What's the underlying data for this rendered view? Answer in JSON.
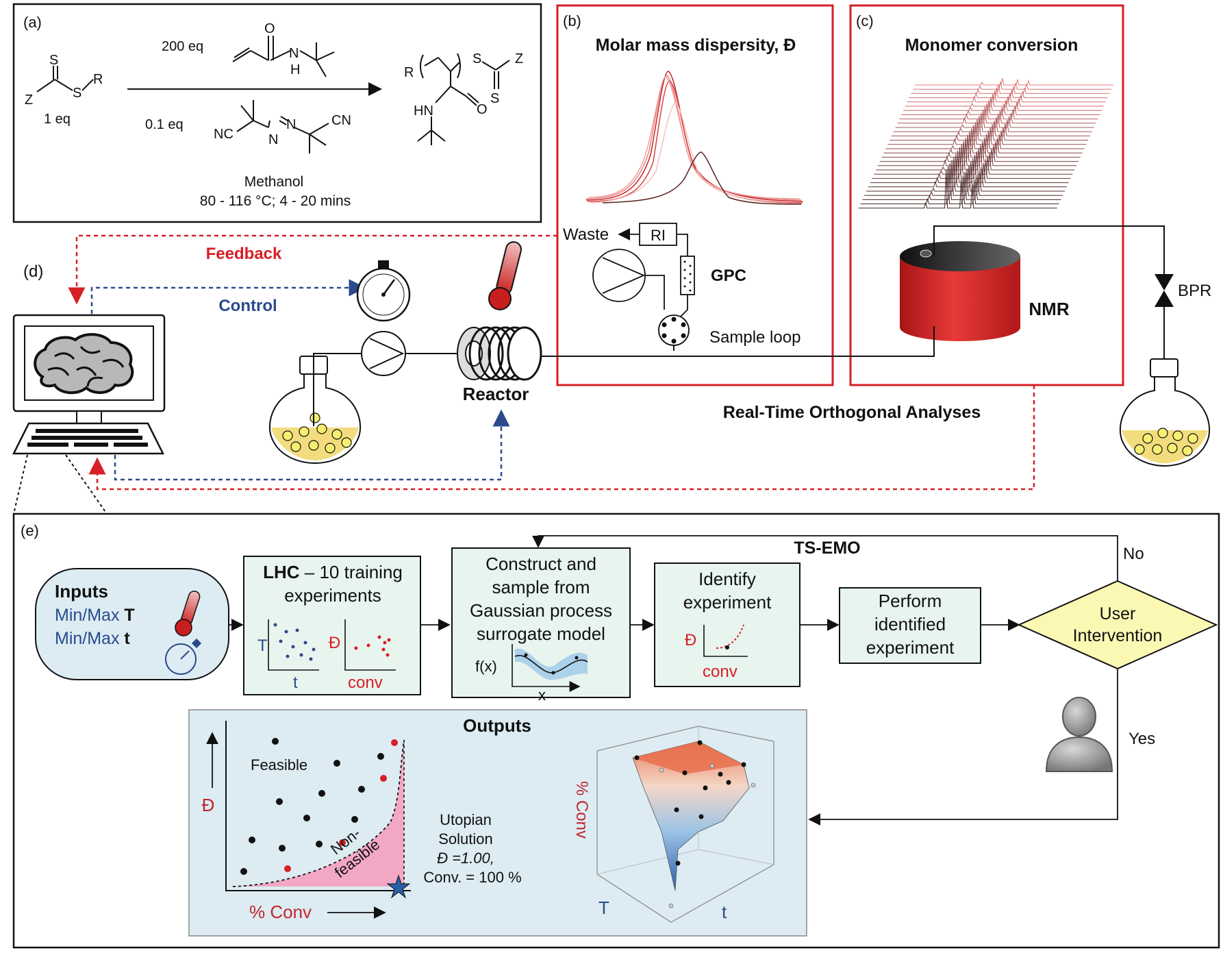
{
  "panel_a": {
    "label": "(a)",
    "cta_s": "S",
    "cta_z": "Z",
    "cta_s2": "S",
    "cta_r": "R",
    "cta_eq": "1 eq",
    "monomer_eq": "200 eq",
    "monomer_o": "O",
    "monomer_n": "N",
    "monomer_h": "H",
    "initiator_eq": "0.1 eq",
    "nc_left": "NC",
    "n1": "N",
    "n2": "N",
    "cn_right": "CN",
    "solvent": "Methanol",
    "conditions": "80 - 116 °C; 4 - 20 mins",
    "prod_r": "R",
    "prod_s": "S",
    "prod_z": "Z",
    "prod_o": "O",
    "prod_s2": "S",
    "prod_hn": "HN"
  },
  "panel_b": {
    "label": "(b)",
    "title": "Molar mass dispersity, Đ",
    "waste": "Waste",
    "ri": "RI",
    "gpc": "GPC",
    "sample_loop": "Sample loop"
  },
  "panel_c": {
    "label": "(c)",
    "title": "Monomer conversion",
    "nmr": "NMR"
  },
  "panel_d": {
    "label": "(d)",
    "feedback": "Feedback",
    "control": "Control",
    "reactor": "Reactor",
    "bpr": "BPR",
    "analyses": "Real-Time Orthogonal Analyses"
  },
  "panel_e": {
    "label": "(e)",
    "inputs_title": "Inputs",
    "inputs_line1": "Min/Max ",
    "inputs_var1": "T",
    "inputs_line2": "Min/Max ",
    "inputs_var2": "t",
    "lhc_bold": "LHC",
    "lhc_rest": " – 10 training",
    "lhc_line2": "experiments",
    "lhc_axis_T": "T",
    "lhc_axis_t": "t",
    "lhc_axis_D": "Đ",
    "lhc_axis_conv": "conv",
    "gp_line1": "Construct and",
    "gp_line2": "sample from",
    "gp_line3": "Gaussian process",
    "gp_line4": "surrogate model",
    "gp_fx": "f(x)",
    "gp_x": "x",
    "tsemo": "TS-EMO",
    "ident_line1": "Identify",
    "ident_line2": "experiment",
    "ident_D": "Đ",
    "ident_conv": "conv",
    "perform_line1": "Perform",
    "perform_line2": "identified",
    "perform_line3": "experiment",
    "user_line1": "User",
    "user_line2": "Intervention",
    "no": "No",
    "yes": "Yes",
    "outputs_title": "Outputs",
    "feasible": "Feasible",
    "non": "Non-",
    "feasible2": "feasible",
    "axis_D": "Đ",
    "axis_conv": "% Conv",
    "utopian1": "Utopian",
    "utopian2": "Solution",
    "utopian3": "Đ =1.00,",
    "utopian4": "Conv. = 100 %",
    "surf_conv": "% Conv",
    "surf_T": "T",
    "surf_t": "t"
  },
  "colors": {
    "red_frame": "#d61f26",
    "control_blue": "#2b4a8c",
    "box_fill": "#e8f4ee",
    "outputs_fill": "#dcecf2",
    "diamond_fill": "#fbf8b4",
    "flask_liquid": "#f3dc7e",
    "nmr_red": "#d82626"
  }
}
